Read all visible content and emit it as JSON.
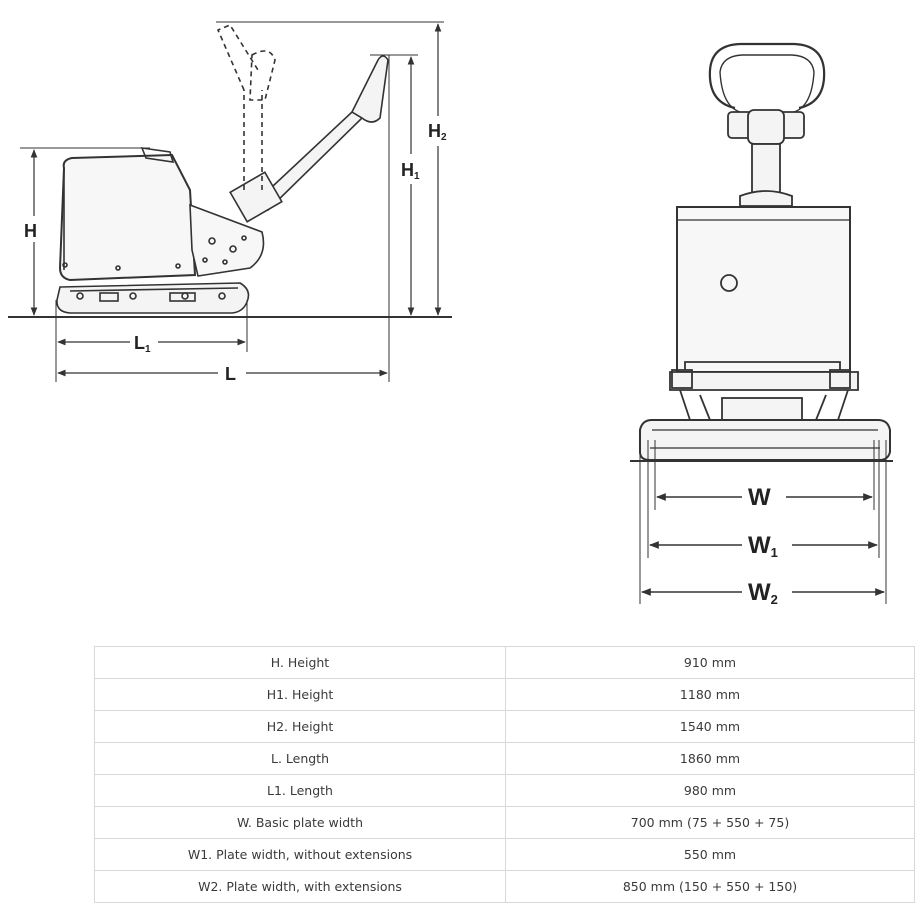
{
  "diagram": {
    "side_view": {
      "labels": {
        "H": {
          "main": "H",
          "sub": ""
        },
        "H1": {
          "main": "H",
          "sub": "1"
        },
        "H2": {
          "main": "H",
          "sub": "2"
        },
        "L": {
          "main": "L",
          "sub": ""
        },
        "L1": {
          "main": "L",
          "sub": "1"
        }
      }
    },
    "front_view": {
      "labels": {
        "W": {
          "main": "W",
          "sub": ""
        },
        "W1": {
          "main": "W",
          "sub": "1"
        },
        "W2": {
          "main": "W",
          "sub": "2"
        }
      }
    }
  },
  "specs": [
    {
      "label": "H. Height",
      "value": "910 mm"
    },
    {
      "label": "H1. Height",
      "value": "1180 mm"
    },
    {
      "label": "H2. Height",
      "value": "1540 mm"
    },
    {
      "label": "L. Length",
      "value": "1860 mm"
    },
    {
      "label": "L1. Length",
      "value": "980 mm"
    },
    {
      "label": "W. Basic plate width",
      "value": "700 mm (75 + 550 + 75)"
    },
    {
      "label": "W1. Plate width, without extensions",
      "value": "550 mm"
    },
    {
      "label": "W2. Plate width, with extensions",
      "value": "850 mm (150 + 550 + 150)"
    }
  ]
}
